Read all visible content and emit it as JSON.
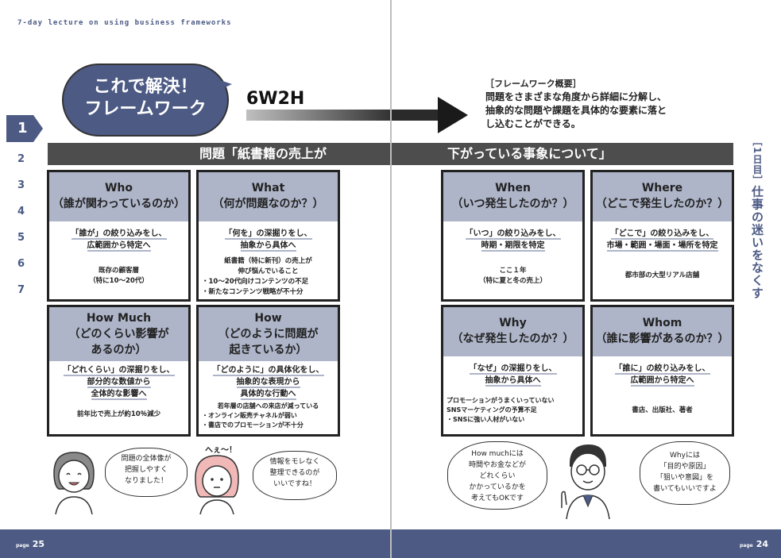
{
  "header": {
    "series": "7-day lecture on using business frameworks"
  },
  "title_bubble": {
    "line1": "これで解決！",
    "line2": "フレームワーク"
  },
  "framework_name": "6W2H",
  "framework_desc": {
    "label": "［フレームワーク概要］",
    "text1": "問題をさまざまな角度から詳細に分解し、",
    "text2": "抽象的な問題や課題を具体的な要素に落と",
    "text3": "し込むことができる。"
  },
  "chapters": {
    "active": "1",
    "others": [
      "2",
      "3",
      "4",
      "5",
      "6",
      "7"
    ]
  },
  "banner": {
    "left": "問題「紙書籍の売上が",
    "right": "下がっている事象について」"
  },
  "side_title": {
    "day": "［1日目］",
    "text": "仕事の迷いをなくす"
  },
  "cards_left": [
    {
      "head1": "Who",
      "head2": "（誰が関わっているのか）",
      "sub1": "「誰が」の絞り込みをし、",
      "sub2": "広範囲から特定へ",
      "body": [
        "既存の顧客層",
        "（特に10～20代）"
      ]
    },
    {
      "head1": "What",
      "head2": "（何が問題なのか？）",
      "sub1": "「何を」の深掘りをし、",
      "sub2": "抽象から具体へ",
      "body": [
        "紙書籍（特に新刊）の売上が",
        "伸び悩んでいること",
        "・10～20代向けコンテンツの不足",
        "・新たなコンテンツ戦略が不十分"
      ]
    },
    {
      "head1": "How Much",
      "head2": "（どのくらい影響が",
      "head3": "あるのか）",
      "sub1": "「どれくらい」の深掘りをし、",
      "sub2": "部分的な数値から",
      "sub3": "全体的な影響へ",
      "body": [
        "前年比で売上が約10％減少"
      ]
    },
    {
      "head1": "How",
      "head2": "（どのように問題が",
      "head3": "起きているか）",
      "sub1": "「どのように」の具体化をし、",
      "sub2": "抽象的な表現から",
      "sub3": "具体的な行動へ",
      "body": [
        "若年層の店舗への来店が減っている",
        "・オンライン販売チャネルが弱い",
        "・書店でのプロモーションが不十分"
      ]
    }
  ],
  "cards_right": [
    {
      "head1": "When",
      "head2": "（いつ発生したのか？）",
      "sub1": "「いつ」の絞り込みをし、",
      "sub2": "時期・期限を特定",
      "body": [
        "ここ１年",
        "（特に夏と冬の売上）"
      ]
    },
    {
      "head1": "Where",
      "head2": "（どこで発生したのか？）",
      "sub1": "「どこで」の絞り込みをし、",
      "sub2": "市場・範囲・場面・場所を特定",
      "body": [
        "都市部の大型リアル店舗"
      ]
    },
    {
      "head1": "Why",
      "head2": "（なぜ発生したのか？）",
      "sub1": "「なぜ」の深掘りをし、",
      "sub2": "抽象から具体へ",
      "body": [
        "プロモーションがうまくいっていない",
        "SNSマーケティングの予算不足",
        "・SNSに強い人材がいない"
      ]
    },
    {
      "head1": "Whom",
      "head2": "（誰に影響があるのか？）",
      "sub1": "「誰に」の絞り込みをし、",
      "sub2": "広範囲から特定へ",
      "body": [
        "書店、出版社、著者"
      ]
    }
  ],
  "speech_left_1": [
    "問題の全体像が",
    "把握しやすく",
    "なりました！"
  ],
  "exclaim": "へぇ～！",
  "speech_left_2": [
    "情報をモレなく",
    "整理できるのが",
    "いいですね！"
  ],
  "speech_right_1": [
    "How muchには",
    "時間やお金などが",
    "どれくらい",
    "かかっているかを",
    "考えてもOKです"
  ],
  "speech_right_2": [
    "Whyには",
    "「目的や原因」",
    "「狙いや意図」を",
    "書いてもいいですよ"
  ],
  "footer": {
    "left_label": "page",
    "left_num": "25",
    "right_label": "page",
    "right_num": "24"
  },
  "colors": {
    "accent": "#4c5a84",
    "card_head": "#aeb5c9",
    "banner": "#4d4d4d"
  }
}
